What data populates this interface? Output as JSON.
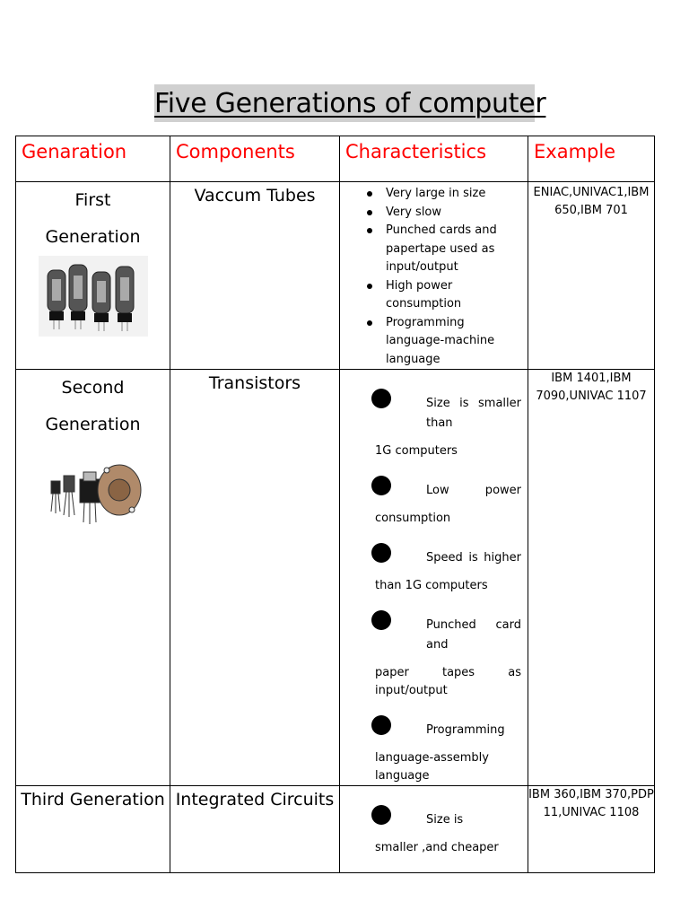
{
  "title": "Five Generations of computer",
  "headers": [
    "Genaration",
    "Components",
    "Characteristics",
    "Example"
  ],
  "header_color": "#ff0000",
  "rows": [
    {
      "generation": [
        "First",
        "Generation"
      ],
      "component": "Vaccum Tubes",
      "image_icon": "vacuum-tubes-photo",
      "characteristics": [
        "Very large in size",
        "Very slow",
        "Punched cards and papertape used as input/output",
        "High power consumption",
        "Programming language-machine language"
      ],
      "example": "ENIAC,UNIVAC1,IBM 650,IBM 701"
    },
    {
      "generation": [
        "Second",
        "Generation"
      ],
      "component": "Transistors",
      "image_icon": "transistors-photo",
      "characteristics": [
        {
          "first": "Size is smaller than",
          "rest": "1G computers"
        },
        {
          "first": "Low power",
          "rest": "consumption"
        },
        {
          "first": "Speed is higher",
          "rest": "than 1G computers"
        },
        {
          "first": "Punched card and",
          "rest": "paper tapes as input/output"
        },
        {
          "first": "Programming",
          "rest": "language-assembly language"
        }
      ],
      "example": "IBM 1401,IBM 7090,UNIVAC 1107"
    },
    {
      "generation": [
        "Third Generation"
      ],
      "component": "Integrated Circuits",
      "characteristics": [
        {
          "first": "Size is",
          "rest": "smaller ,and cheaper"
        }
      ],
      "example": "IBM 360,IBM 370,PDP 11,UNIVAC 1108"
    }
  ]
}
